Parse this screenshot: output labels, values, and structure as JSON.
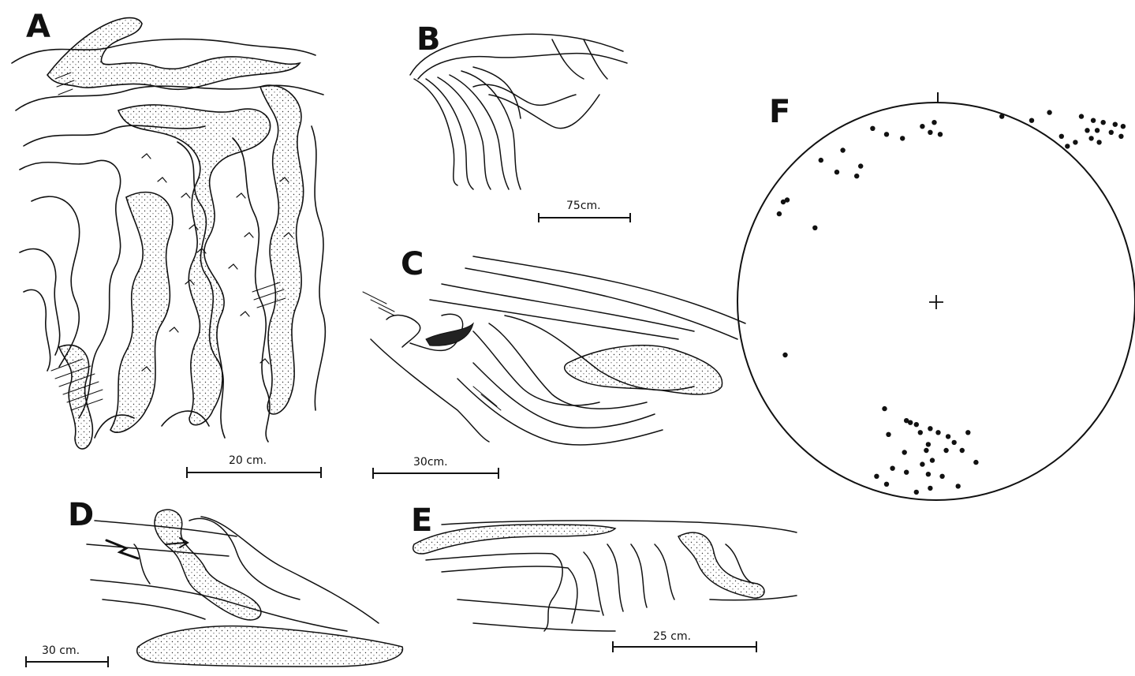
{
  "panels": {
    "A": {
      "label": "A",
      "scale_text": "20 cm."
    },
    "B": {
      "label": "B",
      "scale_text": "75cm."
    },
    "C": {
      "label": "C",
      "scale_text": "30cm."
    },
    "D": {
      "label": "D",
      "scale_text": "30 cm."
    },
    "E": {
      "label": "E",
      "scale_text": "25 cm."
    },
    "F": {
      "label": "F"
    }
  },
  "stereonet": {
    "points": [
      [
        0.57,
        0.95
      ],
      [
        0.73,
        0.93
      ],
      [
        0.79,
        0.91
      ],
      [
        0.84,
        0.9
      ],
      [
        0.9,
        0.89
      ],
      [
        0.94,
        0.88
      ],
      [
        0.76,
        0.86
      ],
      [
        0.81,
        0.86
      ],
      [
        0.88,
        0.85
      ],
      [
        0.93,
        0.83
      ],
      [
        0.78,
        0.82
      ],
      [
        0.82,
        0.8
      ],
      [
        0.33,
        0.93
      ],
      [
        0.48,
        0.91
      ],
      [
        0.63,
        0.83
      ],
      [
        0.7,
        0.8
      ],
      [
        0.66,
        0.78
      ],
      [
        -0.32,
        0.87
      ],
      [
        -0.25,
        0.84
      ],
      [
        -0.17,
        0.82
      ],
      [
        -0.07,
        0.88
      ],
      [
        -0.03,
        0.85
      ],
      [
        0.02,
        0.84
      ],
      [
        -0.01,
        0.9
      ],
      [
        -0.58,
        0.71
      ],
      [
        -0.47,
        0.76
      ],
      [
        -0.38,
        0.68
      ],
      [
        -0.5,
        0.65
      ],
      [
        -0.4,
        0.63
      ],
      [
        -0.77,
        0.5
      ],
      [
        -0.75,
        0.51
      ],
      [
        -0.79,
        0.44
      ],
      [
        -0.61,
        0.37
      ],
      [
        -0.76,
        -0.27
      ],
      [
        -0.26,
        -0.54
      ],
      [
        -0.15,
        -0.6
      ],
      [
        -0.13,
        -0.61
      ],
      [
        -0.1,
        -0.62
      ],
      [
        -0.24,
        -0.67
      ],
      [
        -0.08,
        -0.66
      ],
      [
        -0.03,
        -0.64
      ],
      [
        0.01,
        -0.66
      ],
      [
        -0.04,
        -0.72
      ],
      [
        -0.05,
        -0.75
      ],
      [
        0.06,
        -0.68
      ],
      [
        0.05,
        -0.75
      ],
      [
        0.09,
        -0.71
      ],
      [
        -0.16,
        -0.76
      ],
      [
        -0.02,
        -0.8
      ],
      [
        -0.22,
        -0.84
      ],
      [
        -0.3,
        -0.88
      ],
      [
        -0.15,
        -0.86
      ],
      [
        -0.07,
        -0.82
      ],
      [
        -0.04,
        -0.87
      ],
      [
        0.03,
        -0.88
      ],
      [
        0.11,
        -0.93
      ],
      [
        -0.03,
        -0.94
      ],
      [
        -0.1,
        -0.96
      ],
      [
        -0.25,
        -0.92
      ],
      [
        0.2,
        -0.81
      ],
      [
        0.13,
        -0.75
      ],
      [
        0.16,
        -0.66
      ]
    ]
  }
}
